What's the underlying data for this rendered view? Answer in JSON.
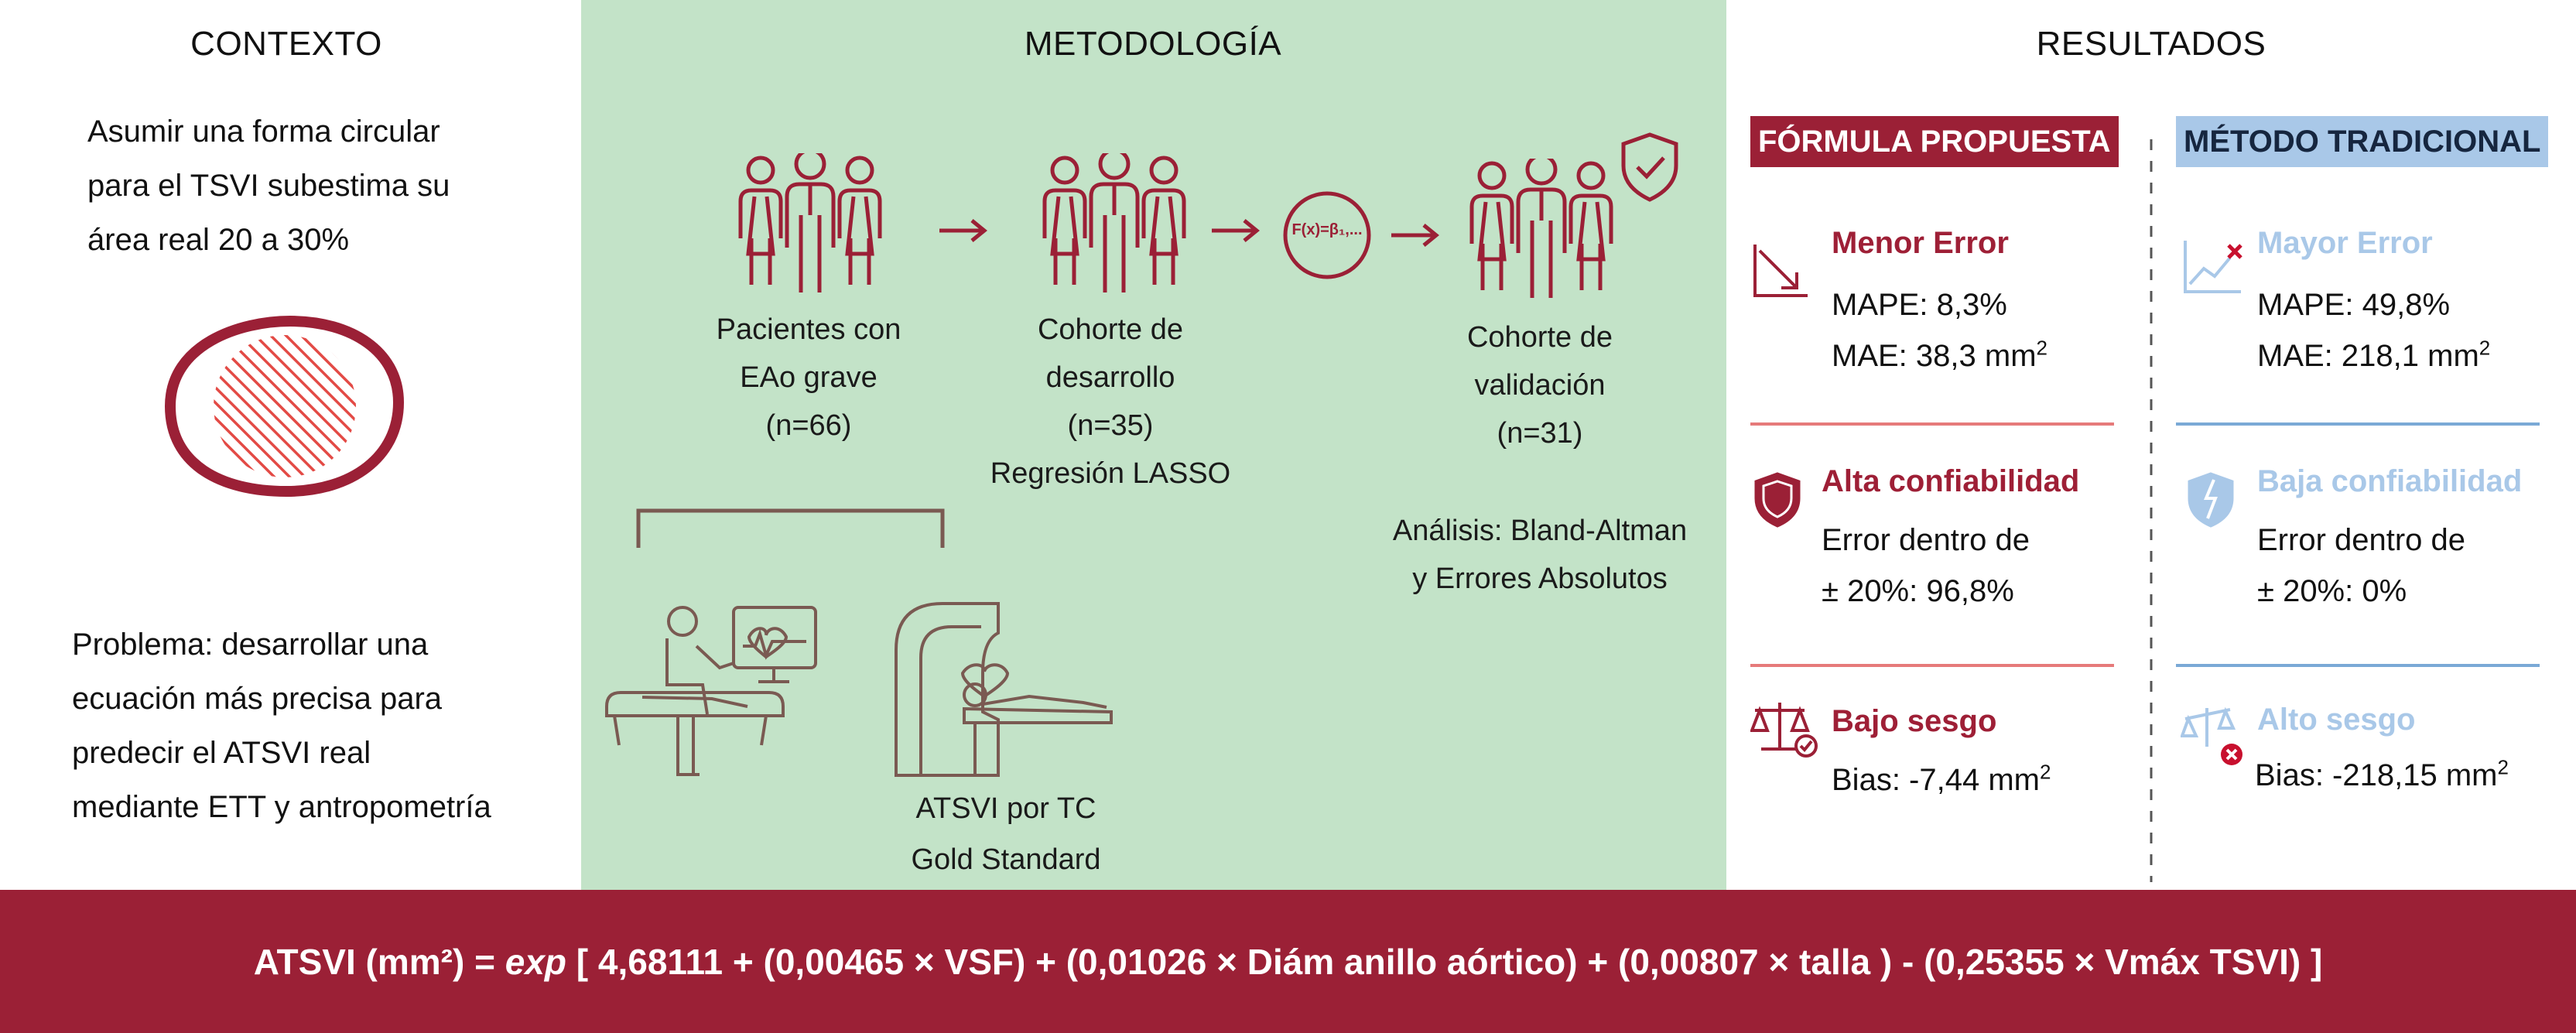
{
  "contexto": {
    "title": "CONTEXTO",
    "text1": [
      "Asumir una forma circular",
      "para el TSVI subestima su",
      "área real 20 a 30%"
    ],
    "text2": [
      "Problema: desarrollar una",
      "ecuación más precisa para",
      "predecir el ATSVI real",
      "mediante ETT y antropometría"
    ]
  },
  "metodologia": {
    "title": "METODOLOGÍA",
    "groups": [
      {
        "lines": [
          "Pacientes con",
          "EAo grave",
          "(n=66)"
        ]
      },
      {
        "lines": [
          "Cohorte de",
          "desarrollo",
          "(n=35)",
          "Regresión LASSO"
        ]
      },
      {
        "lines": [
          "Cohorte de",
          "validación",
          "(n=31)"
        ]
      }
    ],
    "function_label": "F(x)=β₁,...",
    "analysis": [
      "Análisis: Bland-Altman",
      "y Errores Absolutos"
    ],
    "ct": [
      "ATSVI por TC",
      "Gold Standard"
    ]
  },
  "resultados": {
    "title": "RESULTADOS",
    "left_header": "FÓRMULA PROPUESTA",
    "right_header": "MÉTODO TRADICIONAL",
    "left": [
      {
        "title": "Menor Error",
        "line1": "MAPE: 8,3%",
        "line2": "MAE: 38,3 mm",
        "sup": "2"
      },
      {
        "title": "Alta confiabilidad",
        "line1": "Error dentro de",
        "line2": "± 20%:  96,8%"
      },
      {
        "title": "Bajo sesgo",
        "line1": "Bias: -7,44 mm",
        "sup": "2"
      }
    ],
    "right": [
      {
        "title": "Mayor Error",
        "line1": "MAPE: 49,8%",
        "line2": "MAE: 218,1 mm",
        "sup": "2"
      },
      {
        "title": "Baja confiabilidad",
        "line1": "Error dentro de",
        "line2": "± 20%:  0%"
      },
      {
        "title": "Alto sesgo",
        "line1": "Bias: -218,15 mm",
        "sup": "2"
      }
    ]
  },
  "formula": {
    "prefix": "ATSVI (mm²) = ",
    "exp": "exp",
    "rest": " [ 4,68111 + (0,00465 × VSF) + (0,01026 × Diám anillo aórtico) + (0,00807 × talla ) - (0,25355 × Vmáx TSVI) ]"
  },
  "colors": {
    "maroon": "#9b2036",
    "green": "#c3e3c8",
    "light_blue": "#a9c8e8"
  }
}
